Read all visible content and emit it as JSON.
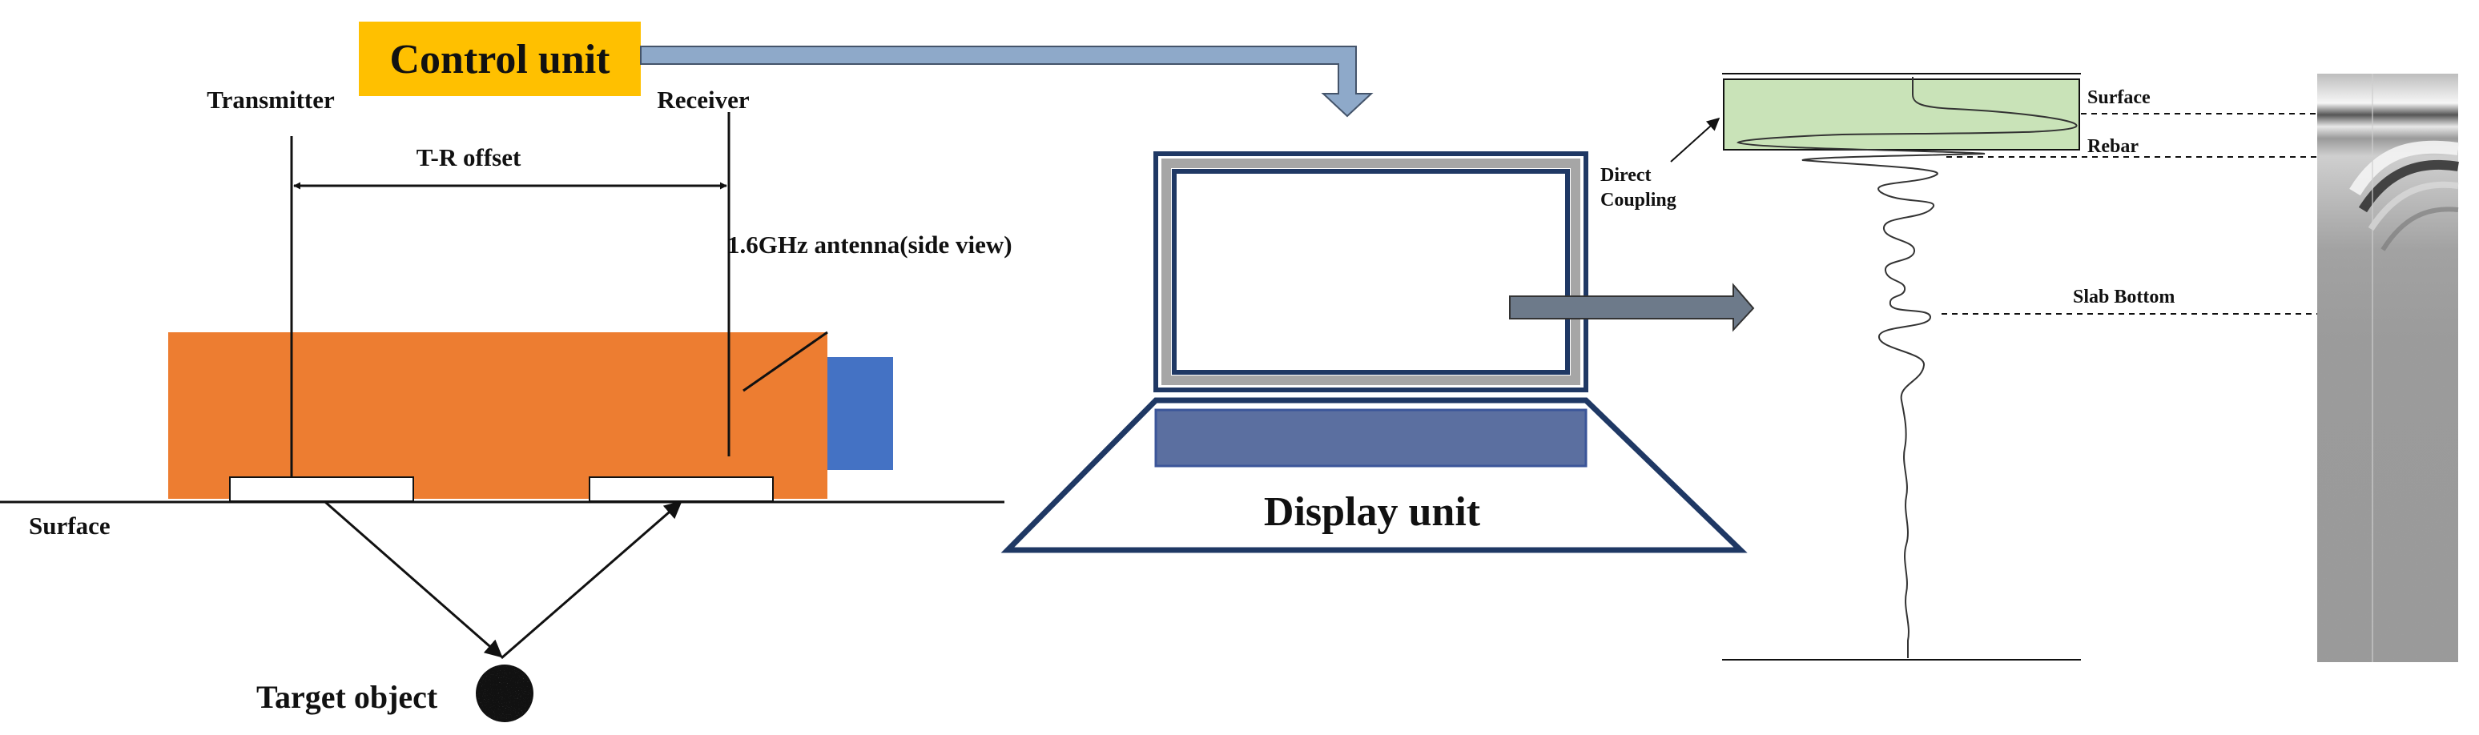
{
  "labels": {
    "control_unit": "Control unit",
    "transmitter": "Transmitter",
    "receiver": "Receiver",
    "tr_offset": "T-R offset",
    "antenna": "1.6GHz antenna(side view)",
    "surface_left": "Surface",
    "target_object": "Target object",
    "display_unit": "Display unit",
    "direct_coupling_1": "Direct",
    "direct_coupling_2": "Coupling",
    "surface_right": "Surface",
    "rebar": "Rebar",
    "slab_bottom": "Slab Bottom"
  },
  "colors": {
    "control_unit_fill": "#FFC000",
    "antenna_body": "#ED7D31",
    "antenna_connector": "#4472C4",
    "laptop_frame": "#1F3864",
    "laptop_keyboard": "#5B6FA0",
    "top_arrow": "#8EA9C9",
    "display_arrow": "#6D7A8A",
    "layer_fill": "#C9E3B8"
  },
  "icons": {
    "laptop": "laptop-icon",
    "target": "target-object-icon",
    "scan": "radargram-image"
  }
}
